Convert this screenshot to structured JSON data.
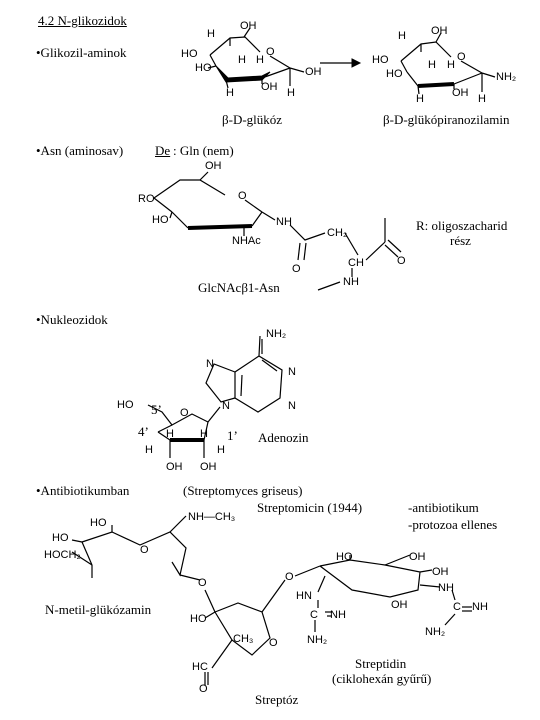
{
  "title": "4.2 N-glikozidok",
  "sections": {
    "glikozil": {
      "heading": "•Glikozil-aminok",
      "left_caption": "β-D-glükóz",
      "right_caption": "β-D-glükópiranozilamin"
    },
    "asn": {
      "heading": "•Asn (aminosav)",
      "de": "De",
      "de_rest": ": Gln (nem)",
      "r_note_1": "R: oligoszacharid",
      "r_note_2": "rész",
      "caption": "GlcNAcβ1-Asn"
    },
    "nukleo": {
      "heading": "•Nukleozidok",
      "caption": "Adenozin"
    },
    "antibio": {
      "heading": "•Antibiotikumban",
      "organism": "(Streptomyces griseus)",
      "name": "Streptomicin (1944)",
      "note_1": "-antibiotikum",
      "note_2": "-protozoa ellenes",
      "c1": "N-metil-glükózamin",
      "c2": "Streptidin",
      "c3": "(ciklohexán gyűrű)",
      "c4": "Streptóz"
    }
  },
  "atoms": {
    "H": "H",
    "OH": "OH",
    "HO": "HO",
    "NH2": "NH₂",
    "NH": "NH",
    "RO": "RO",
    "NHAc": "NHAc",
    "O": "O",
    "CH2": "CH₂",
    "CH": "CH",
    "N": "N",
    "c5": "5’",
    "c4": "4’",
    "c1": "1’",
    "NHCH3": "NH—CH₃",
    "HOCH2": "HOCH₂",
    "CH3": "CH₃",
    "HN": "HN",
    "C": "C",
    "HC": "HC",
    "NHC": "HN—C═NH"
  }
}
